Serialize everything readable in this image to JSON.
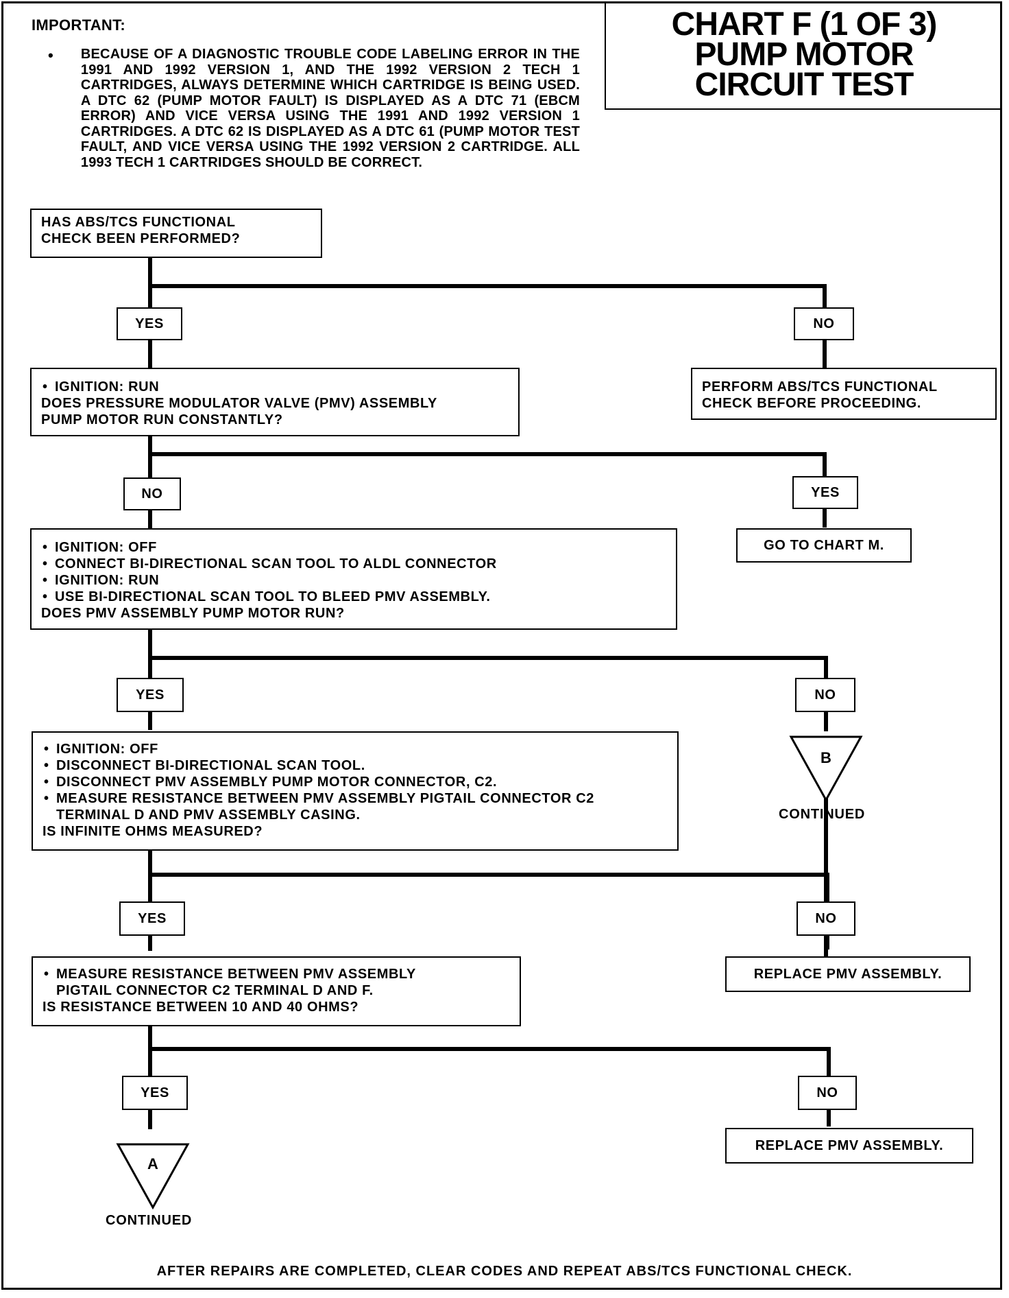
{
  "title": {
    "line1": "CHART F (1 OF 3)",
    "line2": "PUMP MOTOR",
    "line3": "CIRCUIT TEST"
  },
  "important": {
    "heading": "IMPORTANT:",
    "bullet": "•",
    "text": "BECAUSE OF A DIAGNOSTIC TROUBLE CODE LABELING ERROR IN THE 1991 AND 1992 VERSION 1, AND THE 1992 VERSION 2 TECH 1 CARTRIDGES, ALWAYS DETERMINE WHICH CARTRIDGE IS BEING USED. A DTC 62 (PUMP MOTOR FAULT) IS DISPLAYED AS A DTC 71 (EBCM ERROR) AND VICE VERSA USING THE 1991 AND 1992 VERSION 1 CARTRIDGES. A DTC 62 IS DISPLAYED AS A DTC 61 (PUMP MOTOR TEST FAULT, AND VICE VERSA USING THE 1992 VERSION 2 CARTRIDGE. ALL 1993 TECH 1 CARTRIDGES SHOULD BE CORRECT."
  },
  "step1": {
    "line1": "HAS ABS/TCS FUNCTIONAL",
    "line2": "CHECK BEEN PERFORMED?"
  },
  "step1_yes": "YES",
  "step1_no": "NO",
  "step1_no_action": {
    "line1": "PERFORM ABS/TCS  FUNCTIONAL",
    "line2": "CHECK BEFORE PROCEEDING."
  },
  "step2": {
    "bullets": [
      "IGNITION: RUN"
    ],
    "question_line1": "DOES PRESSURE MODULATOR VALVE (PMV) ASSEMBLY",
    "question_line2": "PUMP MOTOR RUN CONSTANTLY?"
  },
  "step2_no": "NO",
  "step2_yes": "YES",
  "step2_yes_action": "GO TO CHART M.",
  "step3": {
    "bullets": [
      "IGNITION: OFF",
      "CONNECT BI-DIRECTIONAL SCAN TOOL TO ALDL CONNECTOR",
      "IGNITION: RUN",
      "USE BI-DIRECTIONAL SCAN TOOL TO BLEED PMV ASSEMBLY."
    ],
    "question": "DOES PMV ASSEMBLY PUMP MOTOR RUN?"
  },
  "step3_yes": "YES",
  "step3_no": "NO",
  "connector_b": {
    "letter": "B",
    "caption": "CONTINUED"
  },
  "step4": {
    "bullets": [
      "IGNITION: OFF",
      "DISCONNECT BI-DIRECTIONAL SCAN TOOL.",
      "DISCONNECT PMV ASSEMBLY PUMP MOTOR CONNECTOR, C2.",
      "MEASURE RESISTANCE BETWEEN PMV ASSEMBLY PIGTAIL CONNECTOR C2 TERMINAL D AND PMV ASSEMBLY CASING."
    ],
    "question": "IS INFINITE OHMS MEASURED?"
  },
  "step4_yes": "YES",
  "step4_no": "NO",
  "step4_no_action": "REPLACE PMV ASSEMBLY.",
  "step5": {
    "bullets": [
      "MEASURE RESISTANCE BETWEEN PMV ASSEMBLY PIGTAIL CONNECTOR C2 TERMINAL D AND F."
    ],
    "question": "IS RESISTANCE BETWEEN 10 AND 40 OHMS?"
  },
  "step5_yes": "YES",
  "step5_no": "NO",
  "step5_no_action": "REPLACE PMV ASSEMBLY.",
  "connector_a": {
    "letter": "A",
    "caption": "CONTINUED"
  },
  "footer": "AFTER REPAIRS ARE COMPLETED, CLEAR CODES AND REPEAT ABS/TCS FUNCTIONAL CHECK."
}
